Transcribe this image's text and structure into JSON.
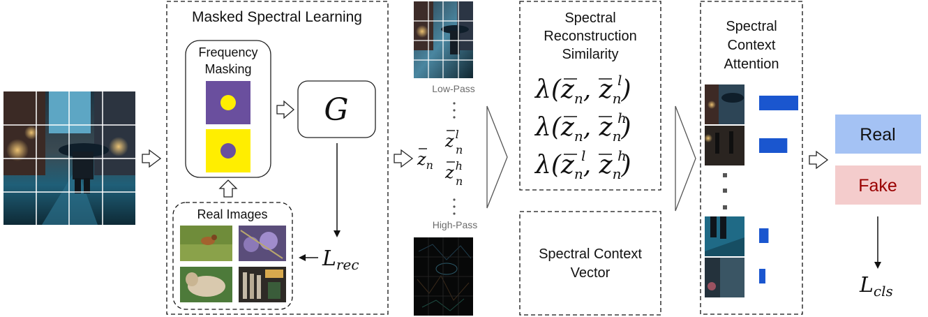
{
  "masked_spectral_learning": {
    "title": "Masked Spectral Learning",
    "frequency_masking": [
      "Frequency",
      "Masking"
    ],
    "generator_symbol": "G",
    "real_images_title": "Real Images",
    "loss_rec": "L",
    "loss_rec_sub": "rec"
  },
  "features": {
    "z": "z",
    "z_sub": "n",
    "low_pass_label": "Low-Pass",
    "high_pass_label": "High-Pass",
    "sup_l": "l",
    "sup_h": "h"
  },
  "similarity": {
    "title": [
      "Spectral",
      "Reconstruction",
      "Similarity"
    ],
    "lambda": "λ"
  },
  "context_vector": {
    "title": [
      "Spectral Context",
      "Vector"
    ]
  },
  "attention": {
    "title": [
      "Spectral",
      "Context",
      "Attention"
    ],
    "bar_color": "#1a56cf",
    "weights": [
      1.0,
      0.72,
      0.24,
      0.16
    ]
  },
  "output": {
    "real_label": "Real",
    "fake_label": "Fake",
    "real_color": "#a4c2f4",
    "fake_color": "#f4cccc",
    "fake_text_color": "#990000",
    "loss_cls": "L",
    "loss_cls_sub": "cls"
  },
  "mask_colors": {
    "purple": "#6a4f9e",
    "yellow": "#ffee00"
  }
}
